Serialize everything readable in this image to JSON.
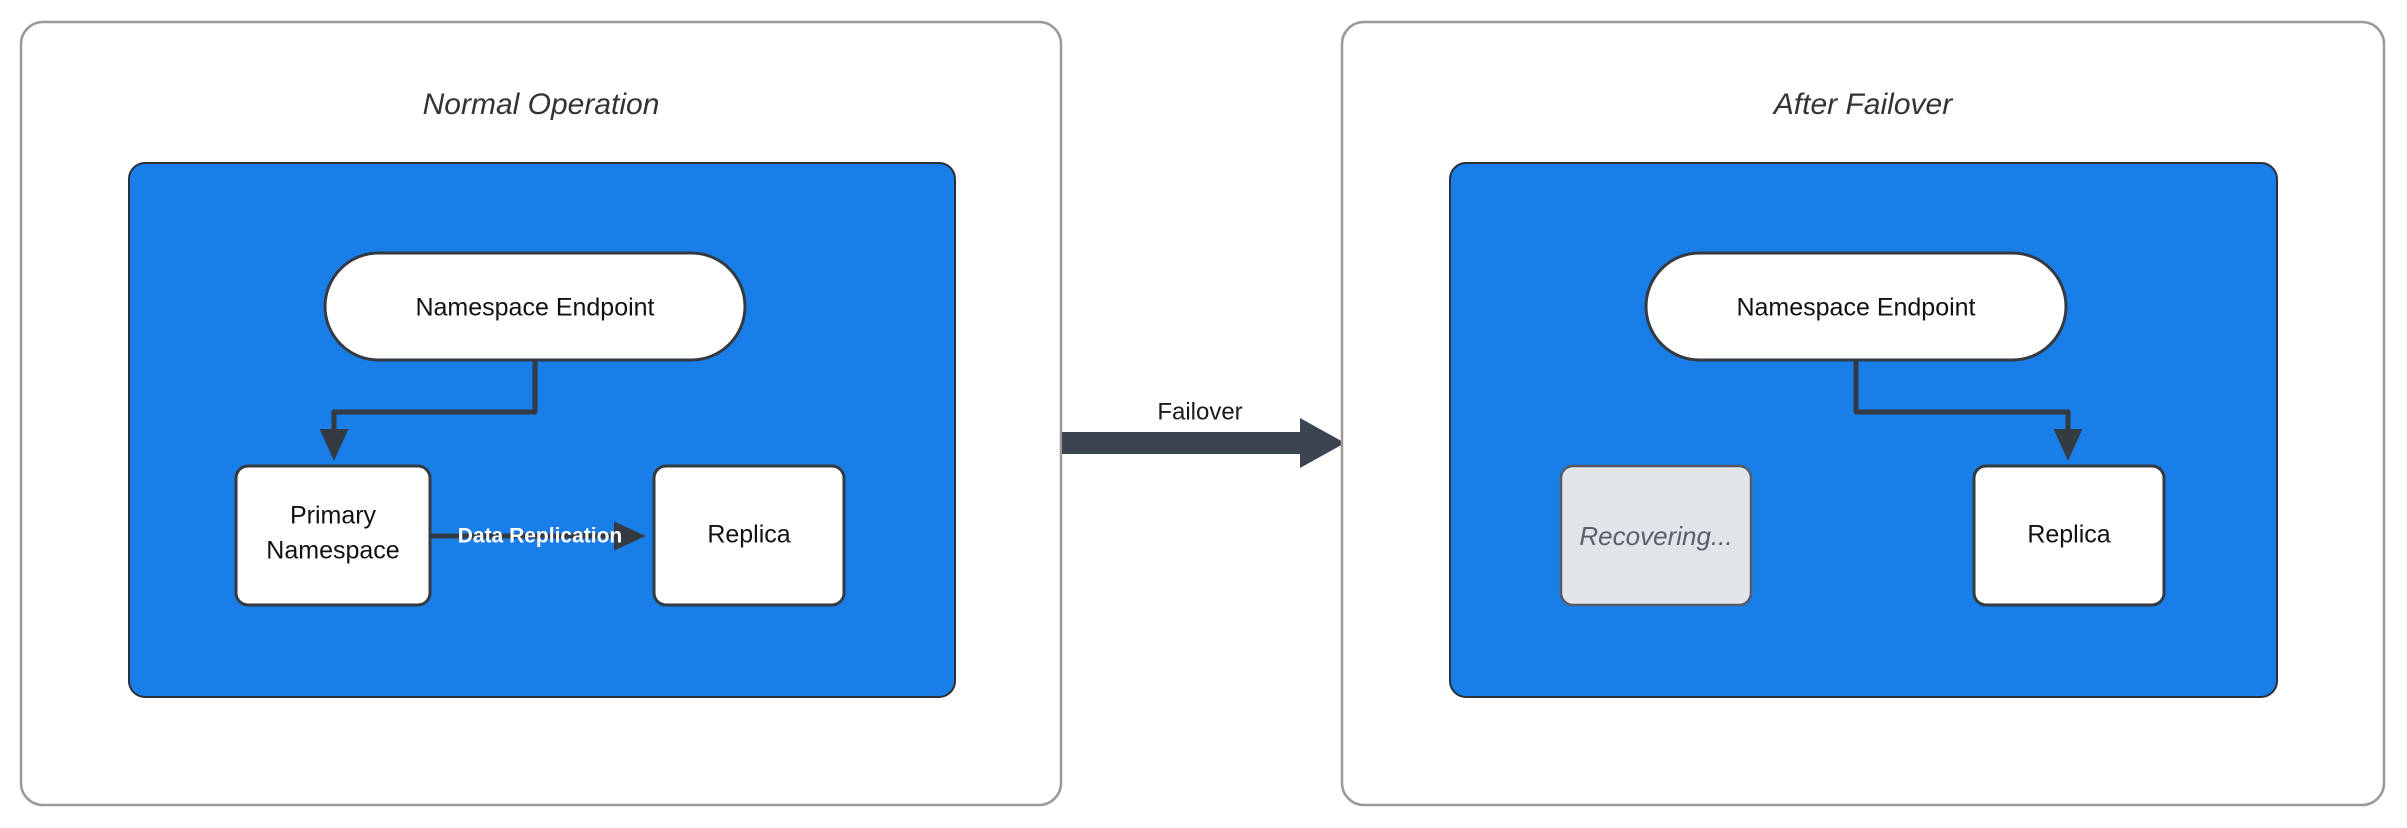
{
  "diagram": {
    "title_left": "Normal Operation",
    "title_right": "After Failover",
    "transition_label": "Failover",
    "background_color": "#ffffff",
    "cluster_color": "#1a7ee8",
    "node_fill": "#ffffff",
    "node_muted_fill": "#e1e4e8",
    "stroke_color": "#333a42",
    "panel_border_color": "#9a9a9a",
    "arrow_color": "#3c4451"
  },
  "left_panel": {
    "title": "Normal Operation",
    "nodes": {
      "endpoint": "Namespace Endpoint",
      "primary": "Primary Namespace",
      "primary_line1": "Primary",
      "primary_line2": "Namespace",
      "replica": "Replica"
    },
    "edges": {
      "endpoint_to_primary": "",
      "primary_to_replica": "Data Replication"
    }
  },
  "right_panel": {
    "title": "After Failover",
    "nodes": {
      "endpoint": "Namespace Endpoint",
      "recovering": "Recovering...",
      "replica": "Replica"
    },
    "edges": {
      "endpoint_to_replica": ""
    }
  },
  "transition": {
    "label": "Failover"
  }
}
